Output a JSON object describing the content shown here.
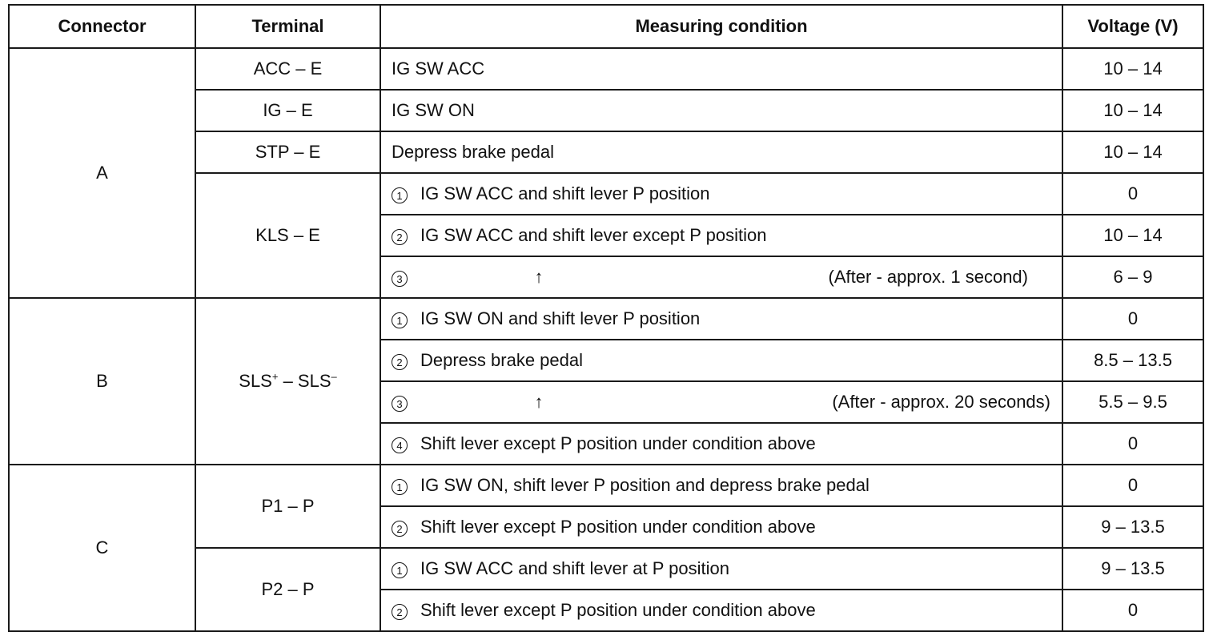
{
  "headers": {
    "connector": "Connector",
    "terminal": "Terminal",
    "measuring": "Measuring condition",
    "voltage": "Voltage (V)"
  },
  "groups": {
    "A": {
      "connector": "A",
      "acc_term": "ACC – E",
      "acc_cond": "IG SW ACC",
      "acc_volt": "10 – 14",
      "ig_term": "IG – E",
      "ig_cond": "IG SW ON",
      "ig_volt": "10 – 14",
      "stp_term": "STP – E",
      "stp_cond": "Depress brake pedal",
      "stp_volt": "10 – 14",
      "kls_term": "KLS – E",
      "kls_1_num": "1",
      "kls_1_cond": "IG SW ACC and shift lever P position",
      "kls_1_volt": "0",
      "kls_2_num": "2",
      "kls_2_cond": "IG SW ACC and shift lever except P position",
      "kls_2_volt": "10 – 14",
      "kls_3_num": "3",
      "kls_3_arrow": "↑",
      "kls_3_note": "(After - approx. 1 second)",
      "kls_3_volt": "6 – 9"
    },
    "B": {
      "connector": "B",
      "term_main": "SLS",
      "term_sup1": "+",
      "term_mid": " – SLS",
      "term_sup2": "–",
      "r1_num": "1",
      "r1_cond": "IG SW ON and shift lever P position",
      "r1_volt": "0",
      "r2_num": "2",
      "r2_cond": "Depress brake pedal",
      "r2_volt": "8.5 – 13.5",
      "r3_num": "3",
      "r3_arrow": "↑",
      "r3_note": "(After - approx. 20 seconds)",
      "r3_volt": "5.5 – 9.5",
      "r4_num": "4",
      "r4_cond": "Shift lever except P position under condition above",
      "r4_volt": "0"
    },
    "C": {
      "connector": "C",
      "p1_term": "P1 – P",
      "p1_1_num": "1",
      "p1_1_cond": "IG SW ON, shift lever P position and depress brake pedal",
      "p1_1_volt": "0",
      "p1_2_num": "2",
      "p1_2_cond": "Shift lever except P position under condition above",
      "p1_2_volt": "9 – 13.5",
      "p2_term": "P2 – P",
      "p2_1_num": "1",
      "p2_1_cond": "IG SW ACC and shift lever at P position",
      "p2_1_volt": "9 – 13.5",
      "p2_2_num": "2",
      "p2_2_cond": "Shift lever except P position under condition above",
      "p2_2_volt": "0"
    }
  }
}
